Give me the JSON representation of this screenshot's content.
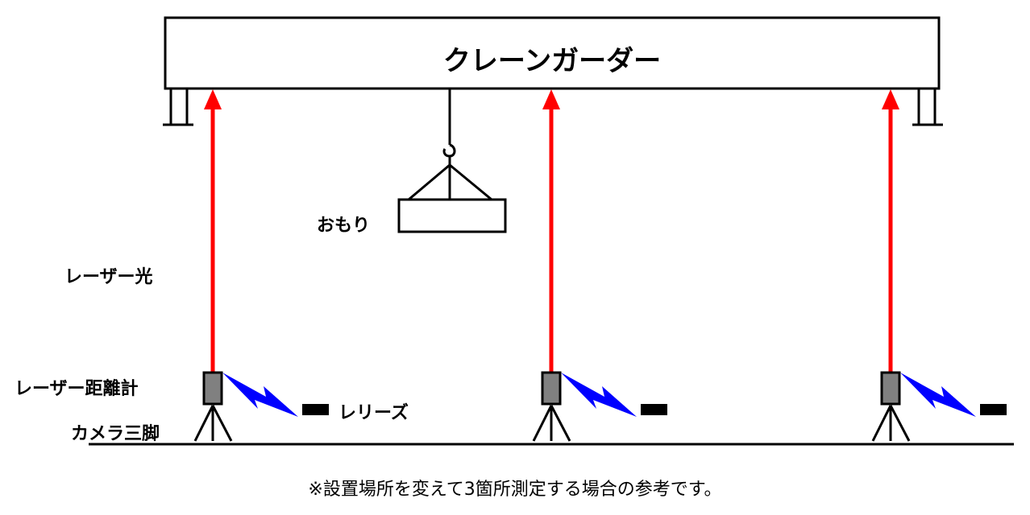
{
  "girder_label": "クレーンガーダー",
  "weight_label": "おもり",
  "laser_beam_label": "レーザー光",
  "laser_meter_label": "レーザー距離計",
  "release_label": "レリーズ",
  "tripod_label": "カメラ三脚",
  "footnote": "※設置場所を変えて3箇所測定する場合の参考です。",
  "stations": 3,
  "colors": {
    "laser": "#ff0000",
    "signal": "#0000ff",
    "device": "#808080",
    "line": "#000000"
  }
}
